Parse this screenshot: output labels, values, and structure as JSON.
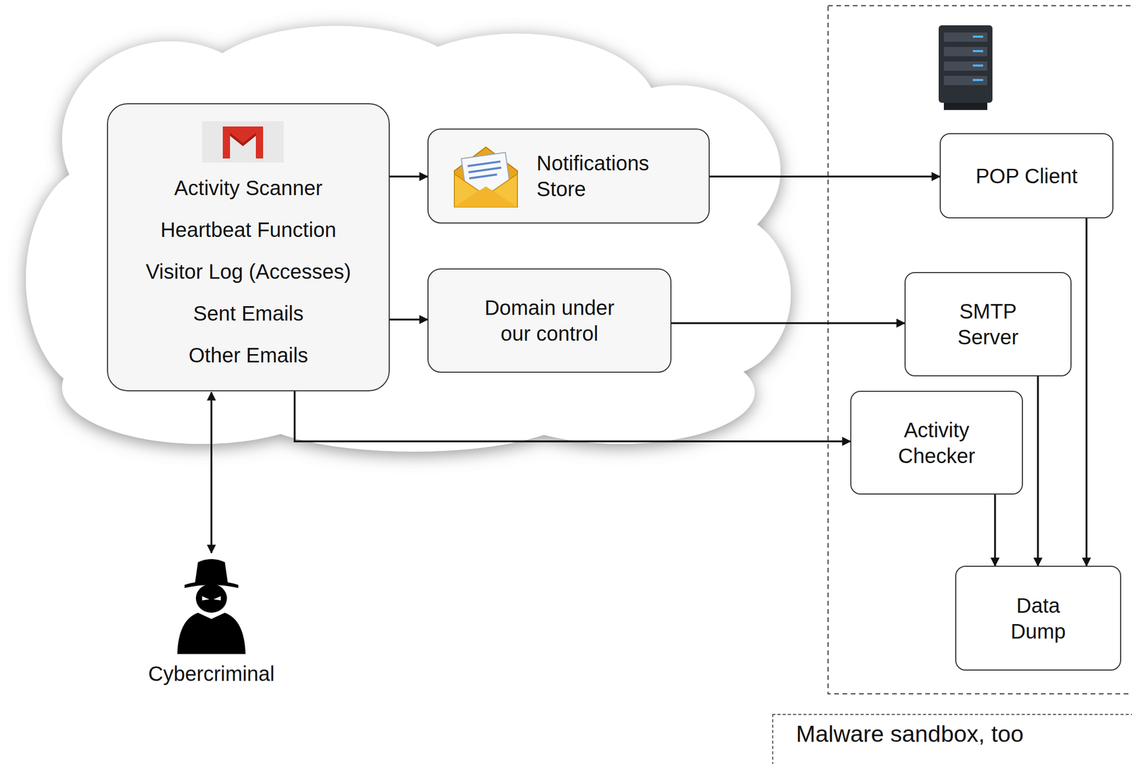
{
  "diagram": {
    "nodes": [
      {
        "text": [
          "Activity Scanner",
          "Heartbeat Function",
          "Visitor Log (Accesses)",
          "Sent Emails",
          "Other Emails"
        ]
      },
      {
        "text": [
          "Notifications Store"
        ]
      },
      {
        "text": [
          "Domain under our control"
        ]
      },
      {
        "text": [
          "POP Client"
        ]
      },
      {
        "text": [
          "SMTP Server"
        ]
      },
      {
        "text": [
          "Activity Checker"
        ]
      },
      {
        "text": [
          "Data Dump"
        ]
      },
      {
        "text": [
          "Cybercriminal"
        ]
      },
      {
        "text": [
          "Malware sandbox, too"
        ]
      }
    ],
    "edges": [
      {
        "from": 0,
        "to": 1,
        "arrow": "to"
      },
      {
        "from": 0,
        "to": 2,
        "arrow": "to"
      },
      {
        "from": 1,
        "to": 3,
        "arrow": "to"
      },
      {
        "from": 2,
        "to": 4,
        "arrow": "to"
      },
      {
        "from": 0,
        "to": 5,
        "arrow": "to"
      },
      {
        "from": 3,
        "to": 6,
        "arrow": "to"
      },
      {
        "from": 4,
        "to": 6,
        "arrow": "to"
      },
      {
        "from": 5,
        "to": 6,
        "arrow": "to"
      },
      {
        "from": 0,
        "to": 7,
        "arrow": "both"
      }
    ]
  }
}
